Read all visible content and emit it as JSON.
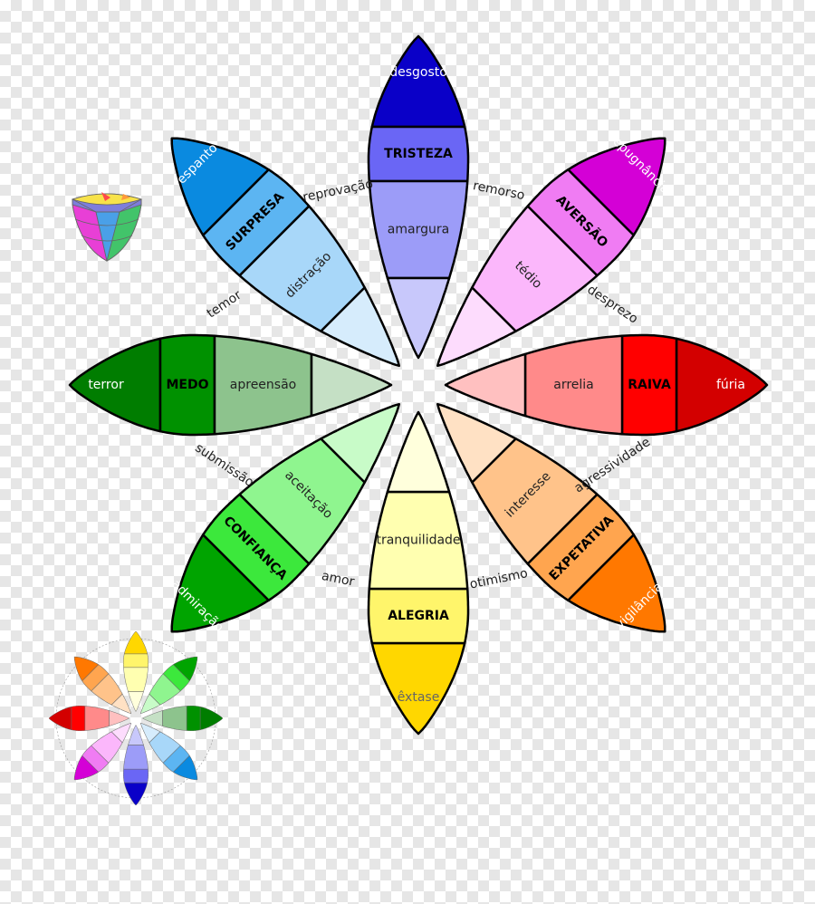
{
  "petals": [
    {
      "key": "tristeza",
      "angle": 0,
      "labels": [
        "desgosto",
        "TRISTEZA",
        "amargura",
        ""
      ],
      "colors": [
        "#0a00c8",
        "#6a66f5",
        "#9c9cf8",
        "#c8c8fb"
      ],
      "text_colors": [
        "#ffffff",
        "#000000",
        "#222222",
        "#222222"
      ]
    },
    {
      "key": "aversao",
      "angle": 45,
      "labels": [
        "repugnância",
        "AVERSÃO",
        "tédio",
        ""
      ],
      "colors": [
        "#d400d6",
        "#f07cf3",
        "#fbb7fb",
        "#fddcfd"
      ],
      "text_colors": [
        "#ffffff",
        "#000000",
        "#222222",
        "#222222"
      ]
    },
    {
      "key": "raiva",
      "angle": 90,
      "labels": [
        "fúria",
        "RAIVA",
        "arrelia",
        ""
      ],
      "colors": [
        "#d30000",
        "#ff0000",
        "#ff8a8a",
        "#ffc0c0"
      ],
      "text_colors": [
        "#ffffff",
        "#000000",
        "#222222",
        "#222222"
      ]
    },
    {
      "key": "expetativa",
      "angle": 135,
      "labels": [
        "vigilância",
        "EXPETATIVA",
        "interesse",
        ""
      ],
      "colors": [
        "#ff7800",
        "#ffa54f",
        "#ffc38a",
        "#ffe1c4"
      ],
      "text_colors": [
        "#ffffff",
        "#000000",
        "#222222",
        "#222222"
      ]
    },
    {
      "key": "alegria",
      "angle": 180,
      "labels": [
        "êxtase",
        "ALEGRIA",
        "tranquilidade",
        ""
      ],
      "colors": [
        "#ffd700",
        "#fff56b",
        "#ffffb0",
        "#ffffdc"
      ],
      "text_colors": [
        "#666666",
        "#000000",
        "#222222",
        "#222222"
      ]
    },
    {
      "key": "confianca",
      "angle": 225,
      "labels": [
        "admiração",
        "CONFIANÇA",
        "aceitação",
        ""
      ],
      "colors": [
        "#00a400",
        "#3ce83c",
        "#8ff58f",
        "#c8fbc8"
      ],
      "text_colors": [
        "#ffffff",
        "#000000",
        "#222222",
        "#222222"
      ]
    },
    {
      "key": "medo",
      "angle": 270,
      "labels": [
        "terror",
        "MEDO",
        "apreensão",
        ""
      ],
      "colors": [
        "#007d00",
        "#009100",
        "#8dc38d",
        "#c5e0c5"
      ],
      "text_colors": [
        "#ffffff",
        "#000000",
        "#222222",
        "#222222"
      ]
    },
    {
      "key": "surpresa",
      "angle": 315,
      "labels": [
        "espanto",
        "SURPRESA",
        "distração",
        ""
      ],
      "colors": [
        "#0a8ae0",
        "#5cb5f2",
        "#a8d7f9",
        "#d6ecfc"
      ],
      "text_colors": [
        "#ffffff",
        "#000000",
        "#222222",
        "#222222"
      ]
    }
  ],
  "dyads": [
    {
      "label": "remorso",
      "angle": 22.5
    },
    {
      "label": "desprezo",
      "angle": 67.5
    },
    {
      "label": "agressividade",
      "angle": 112.5
    },
    {
      "label": "otimismo",
      "angle": 157.5
    },
    {
      "label": "amor",
      "angle": 202.5
    },
    {
      "label": "submissão",
      "angle": 247.5
    },
    {
      "label": "temor",
      "angle": 292.5
    },
    {
      "label": "reprovação",
      "angle": 337.5
    }
  ]
}
